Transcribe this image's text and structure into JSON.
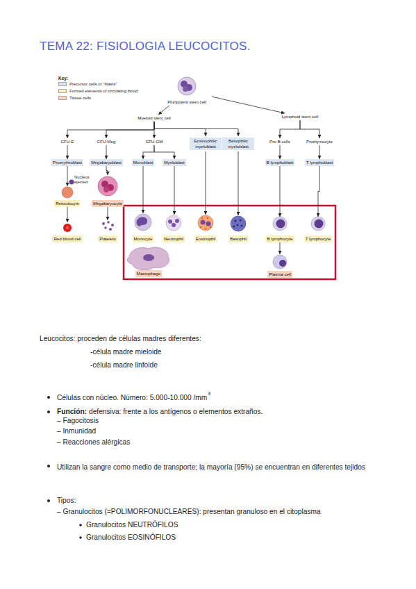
{
  "diagram": {
    "title": "TEMA 22: FISIOLOGIA LEUCOCITOS.",
    "nodes": [
      {
        "text": [
          "Pluripotent stem cell"
        ]
      },
      {
        "text": [
          "Myeloid stem cell"
        ]
      },
      {
        "text": [
          "Lymphoid stem cell"
        ]
      },
      {
        "text": [
          "CFU-E"
        ]
      },
      {
        "text": [
          "CFU-Meg"
        ]
      },
      {
        "text": [
          "CFU-GM"
        ]
      },
      {
        "text": [
          "Eosinophilic myeloblast"
        ]
      },
      {
        "text": [
          "Basophilic myeloblast"
        ]
      },
      {
        "text": [
          "Pre-B cells"
        ]
      },
      {
        "text": [
          "Prothymocyte"
        ]
      },
      {
        "text": [
          "Proerythroblast"
        ]
      },
      {
        "text": [
          "Megakaryoblast"
        ]
      },
      {
        "text": [
          "Monoblast"
        ]
      },
      {
        "text": [
          "Myeloblast"
        ]
      },
      {
        "text": [
          "B lymphoblast"
        ]
      },
      {
        "text": [
          "T lymphoblast"
        ]
      },
      {
        "text": [
          "Reticulocyte"
        ]
      },
      {
        "text": [
          "Megakaryocyte"
        ]
      },
      {
        "text": [
          "Red blood cell"
        ]
      },
      {
        "text": [
          "Platelets"
        ]
      },
      {
        "text": [
          "Monocyte"
        ]
      },
      {
        "text": [
          "Neutrophil"
        ]
      },
      {
        "text": [
          "Eosinophil"
        ]
      },
      {
        "text": [
          "Basophil"
        ]
      },
      {
        "text": [
          "B lymphocyte"
        ]
      },
      {
        "text": [
          "T lymphocyte"
        ]
      },
      {
        "text": [
          "Macrophage"
        ]
      },
      {
        "text": [
          "Plasma cell"
        ]
      }
    ],
    "edges": [
      {
        "from": 0,
        "to": 1,
        "arrow": "to"
      },
      {
        "from": 0,
        "to": 2,
        "arrow": "to"
      },
      {
        "from": 1,
        "to": 3,
        "arrow": "to"
      },
      {
        "from": 1,
        "to": 4,
        "arrow": "to"
      },
      {
        "from": 1,
        "to": 5,
        "arrow": "to"
      },
      {
        "from": 1,
        "to": 6,
        "arrow": "to"
      },
      {
        "from": 1,
        "to": 7,
        "arrow": "to"
      },
      {
        "from": 2,
        "to": 8,
        "arrow": "to"
      },
      {
        "from": 2,
        "to": 9,
        "arrow": "to"
      },
      {
        "from": 3,
        "to": 10,
        "arrow": "to"
      },
      {
        "from": 4,
        "to": 11,
        "arrow": "to"
      },
      {
        "from": 5,
        "to": 12,
        "arrow": "to"
      },
      {
        "from": 5,
        "to": 13,
        "arrow": "to"
      },
      {
        "from": 8,
        "to": 14,
        "arrow": "to"
      },
      {
        "from": 9,
        "to": 15,
        "arrow": "to"
      },
      {
        "from": 10,
        "to": 16,
        "arrow": "to"
      },
      {
        "from": 11,
        "to": 17,
        "arrow": "to"
      },
      {
        "from": 16,
        "to": 18,
        "arrow": "to"
      },
      {
        "from": 17,
        "to": 19,
        "arrow": "to"
      },
      {
        "from": 12,
        "to": 20,
        "arrow": "to"
      },
      {
        "from": 13,
        "to": 21,
        "arrow": "to"
      },
      {
        "from": 6,
        "to": 22,
        "arrow": "to"
      },
      {
        "from": 7,
        "to": 23,
        "arrow": "to"
      },
      {
        "from": 14,
        "to": 24,
        "arrow": "to"
      },
      {
        "from": 15,
        "to": 25,
        "arrow": "to"
      },
      {
        "from": 24,
        "to": 27,
        "arrow": "to"
      }
    ],
    "labels": [
      "Key:",
      "Nucleus ejected",
      "Leucocitos: proceden de células madres diferentes:",
      "-célula madre mieloide",
      "-célula madre linfoide",
      "Células con núcleo. Número: 5.000-10.000 /mm",
      "3",
      "Función:",
      "defensiva: frente a los antígenos o elementos extraños.",
      "– Fagocitosis",
      "– Inmunidad",
      "– Reacciones alérgicas",
      "Utilizan la sangre como medio de transporte; la mayoría (95%) se encuentran en diferentes tejidos",
      "Tipos:",
      "– Granulocitos (=POLIMORFONUCLEARES): presentan granuloso en el citoplasma",
      "Granulocitos NEUTRÓFILOS",
      "Granulocitos EOSINÓFILOS"
    ],
    "legend": [
      {
        "text": "Precursor cells or \"blasts\"",
        "color": "#dce6f2"
      },
      {
        "text": "Formed elements of circulating blood",
        "color": "#fbf0c0"
      },
      {
        "text": "Tissue cells",
        "color": "#f9d3bd"
      }
    ]
  }
}
